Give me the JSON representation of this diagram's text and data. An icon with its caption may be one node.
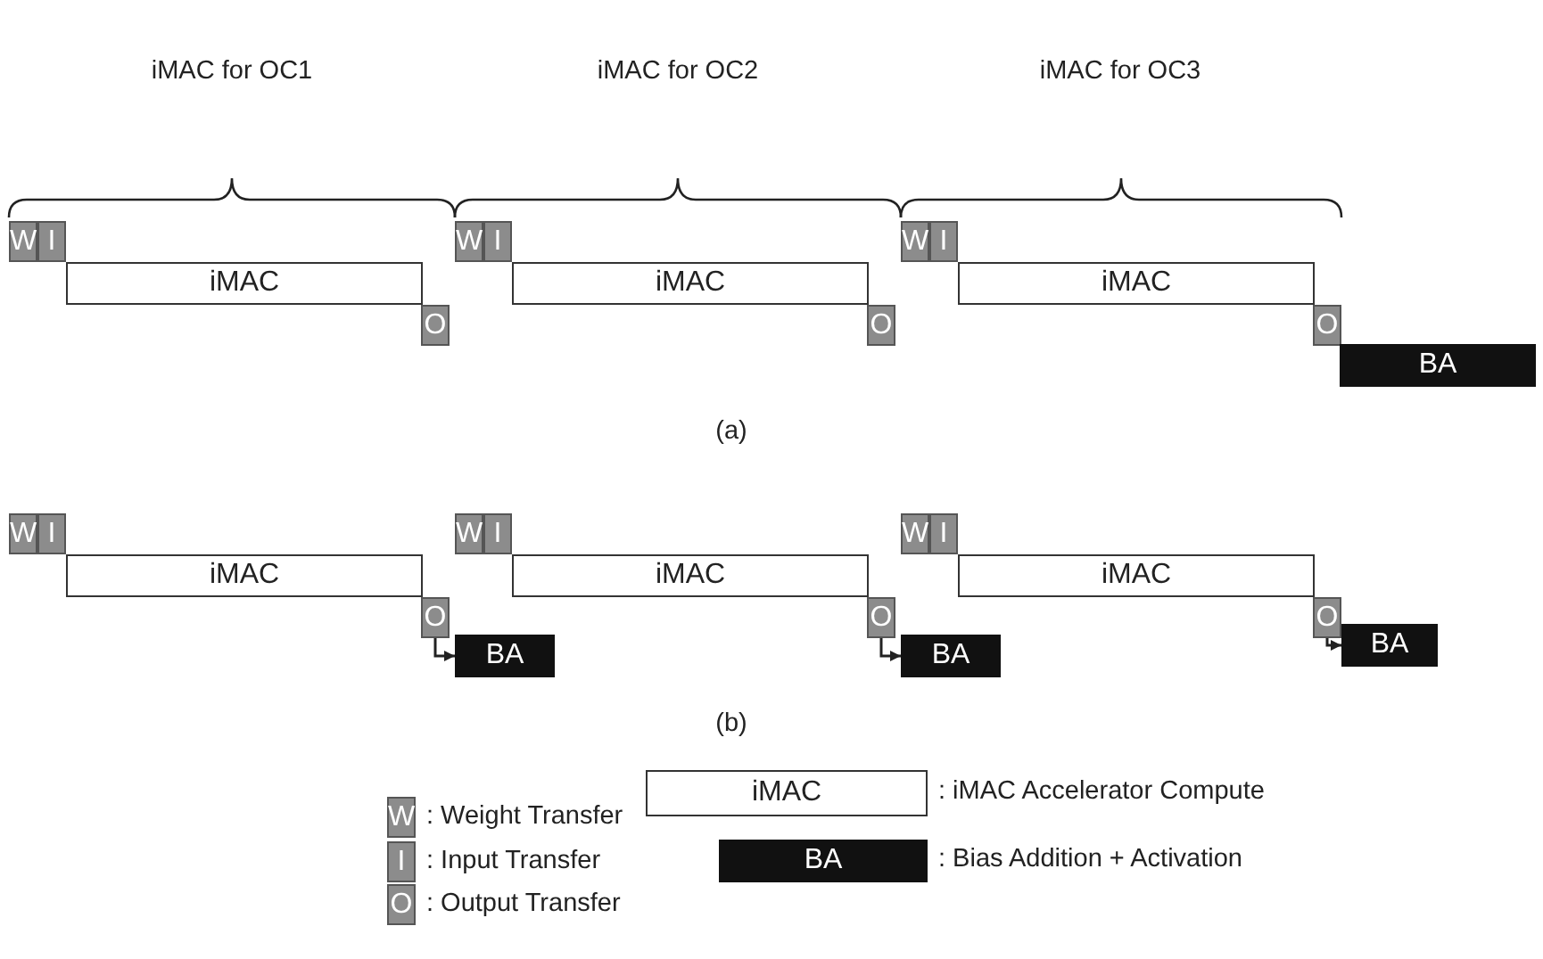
{
  "diagram": {
    "nodes": [
      {
        "text": [
          "W"
        ]
      },
      {
        "text": [
          "I"
        ]
      },
      {
        "text": [
          "iMAC"
        ]
      },
      {
        "text": [
          "O"
        ]
      },
      {
        "text": [
          "W"
        ]
      },
      {
        "text": [
          "I"
        ]
      },
      {
        "text": [
          "iMAC"
        ]
      },
      {
        "text": [
          "O"
        ]
      },
      {
        "text": [
          "W"
        ]
      },
      {
        "text": [
          "I"
        ]
      },
      {
        "text": [
          "iMAC"
        ]
      },
      {
        "text": [
          "O"
        ]
      },
      {
        "text": [
          "BA"
        ]
      },
      {
        "text": [
          "W"
        ]
      },
      {
        "text": [
          "I"
        ]
      },
      {
        "text": [
          "iMAC"
        ]
      },
      {
        "text": [
          "O"
        ]
      },
      {
        "text": [
          "BA"
        ]
      },
      {
        "text": [
          "W"
        ]
      },
      {
        "text": [
          "I"
        ]
      },
      {
        "text": [
          "iMAC"
        ]
      },
      {
        "text": [
          "O"
        ]
      },
      {
        "text": [
          "BA"
        ]
      },
      {
        "text": [
          "W"
        ]
      },
      {
        "text": [
          "I"
        ]
      },
      {
        "text": [
          "iMAC"
        ]
      },
      {
        "text": [
          "O"
        ]
      },
      {
        "text": [
          "BA"
        ]
      },
      {
        "text": [
          "W"
        ],
        "beside": [
          ": Weight Transfer"
        ]
      },
      {
        "text": [
          "iMAC"
        ],
        "beside": [
          ": iMAC Accelerator Compute"
        ]
      },
      {
        "text": [
          "I"
        ],
        "beside": [
          ": Input Transfer"
        ]
      },
      {
        "text": [
          "BA"
        ],
        "beside": [
          ": Bias Addition + Activation"
        ]
      },
      {
        "text": [
          "O"
        ],
        "beside": [
          ": Output Transfer"
        ]
      }
    ],
    "edges": [
      {
        "from": 16,
        "to": 17,
        "arrow": "to"
      },
      {
        "from": 21,
        "to": 22,
        "arrow": "to"
      },
      {
        "from": 26,
        "to": 27,
        "arrow": "to"
      }
    ],
    "labels": [
      "iMAC for OC1",
      "iMAC for OC2",
      "iMAC for OC3",
      "(a)",
      "(b)"
    ]
  }
}
